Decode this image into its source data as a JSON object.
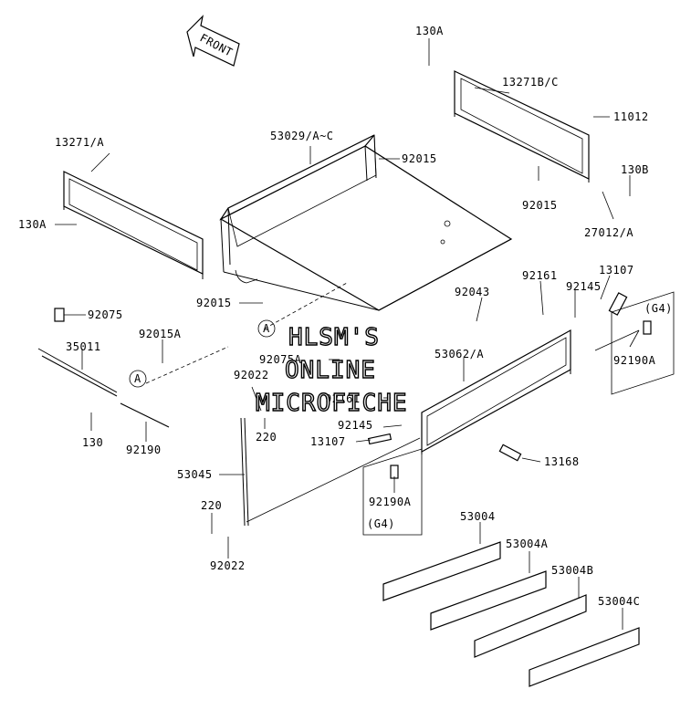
{
  "front_arrow": {
    "text": "FRONT"
  },
  "callout_a": "A",
  "callout_g4": "(G4)",
  "watermark": [
    "HLSM'S",
    "ONLINE",
    "MICROFICHE"
  ],
  "parts": [
    {
      "id": "130A_top",
      "label": "130A"
    },
    {
      "id": "13271BC",
      "label": "13271B/C"
    },
    {
      "id": "11012",
      "label": "11012"
    },
    {
      "id": "13271A",
      "label": "13271/A"
    },
    {
      "id": "53029",
      "label": "53029/A~C"
    },
    {
      "id": "92015_a",
      "label": "92015"
    },
    {
      "id": "130B",
      "label": "130B"
    },
    {
      "id": "92015_b",
      "label": "92015"
    },
    {
      "id": "27012A",
      "label": "27012/A"
    },
    {
      "id": "130A_left",
      "label": "130A"
    },
    {
      "id": "92015_c",
      "label": "92015"
    },
    {
      "id": "92161_a",
      "label": "92161"
    },
    {
      "id": "13107_a",
      "label": "13107"
    },
    {
      "id": "92145_a",
      "label": "92145"
    },
    {
      "id": "92043",
      "label": "92043"
    },
    {
      "id": "92075",
      "label": "92075"
    },
    {
      "id": "92015A",
      "label": "92015A"
    },
    {
      "id": "35011",
      "label": "35011"
    },
    {
      "id": "92190A_a",
      "label": "92190A"
    },
    {
      "id": "92075A",
      "label": "92075A"
    },
    {
      "id": "53062A",
      "label": "53062/A"
    },
    {
      "id": "92022_a",
      "label": "92022"
    },
    {
      "id": "92161_b",
      "label": "92161"
    },
    {
      "id": "220_a",
      "label": "220"
    },
    {
      "id": "92145_b",
      "label": "92145"
    },
    {
      "id": "130",
      "label": "130"
    },
    {
      "id": "92190",
      "label": "92190"
    },
    {
      "id": "13107_b",
      "label": "13107"
    },
    {
      "id": "13168",
      "label": "13168"
    },
    {
      "id": "53045",
      "label": "53045"
    },
    {
      "id": "92190A_b",
      "label": "92190A"
    },
    {
      "id": "220_b",
      "label": "220"
    },
    {
      "id": "53004",
      "label": "53004"
    },
    {
      "id": "53004A",
      "label": "53004A"
    },
    {
      "id": "92022_b",
      "label": "92022"
    },
    {
      "id": "53004B",
      "label": "53004B"
    },
    {
      "id": "53004C",
      "label": "53004C"
    }
  ]
}
